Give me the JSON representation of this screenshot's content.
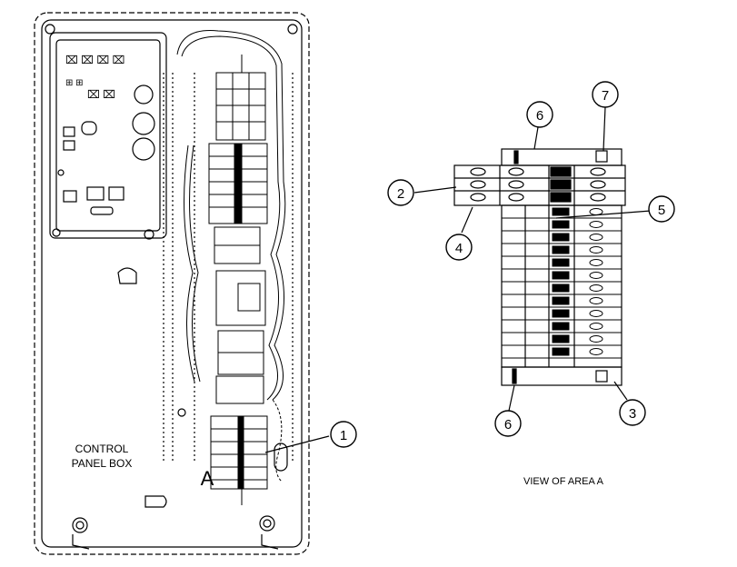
{
  "labels": {
    "panel_line1": "CONTROL",
    "panel_line2": "PANEL BOX",
    "area_letter": "A",
    "view_caption": "VIEW OF AREA A"
  },
  "callouts": [
    "1",
    "2",
    "3",
    "4",
    "5",
    "6",
    "6",
    "7"
  ],
  "colors": {
    "line": "#000000",
    "background": "#ffffff"
  }
}
